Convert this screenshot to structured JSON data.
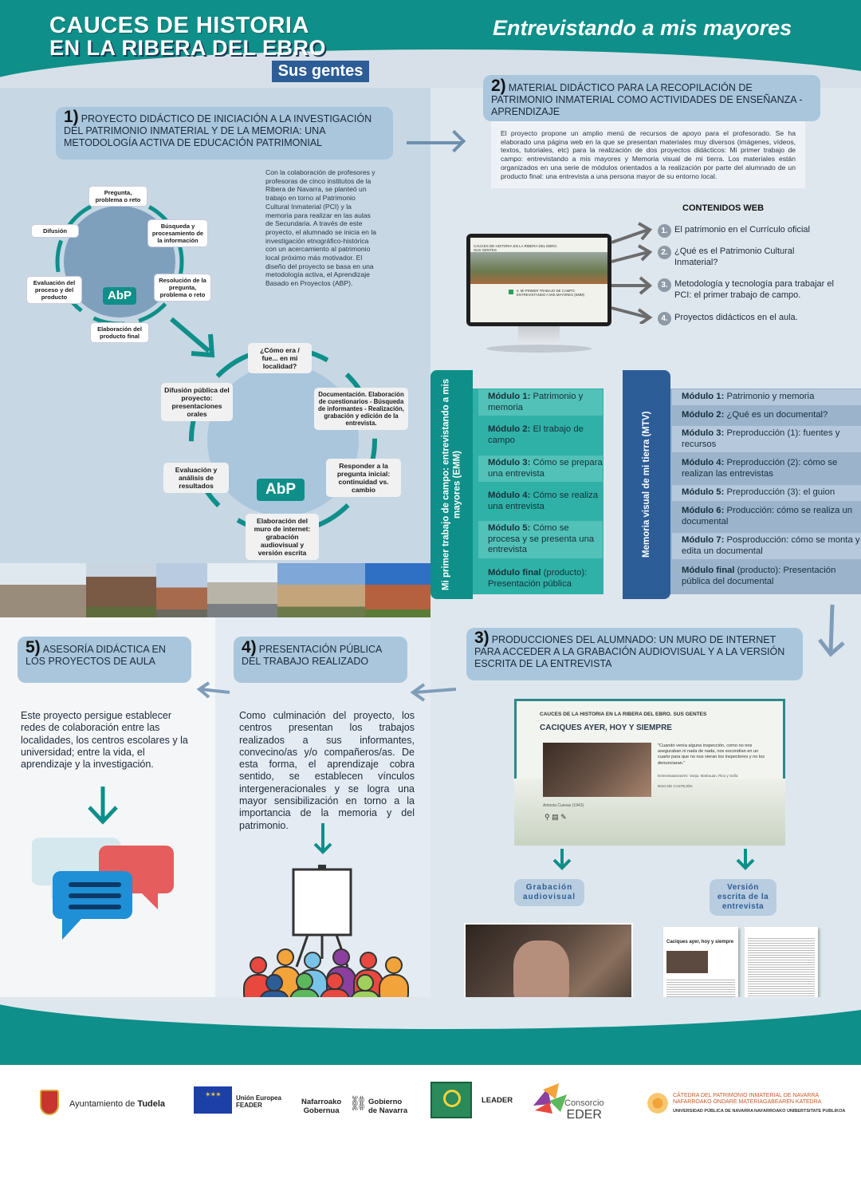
{
  "header": {
    "title_line1": "CAUCES DE HISTORIA",
    "title_line2": "EN LA RIBERA DEL EBRO",
    "badge": "Sus gentes",
    "subtitle": "Entrevistando a mis mayores"
  },
  "section1": {
    "number": "1)",
    "title": "PROYECTO DIDÁCTICO DE INICIACIÓN A LA INVESTIGACIÓN DEL PATRIMONIO INMATERIAL Y DE LA MEMORIA: UNA METODOLOGÍA ACTIVA DE EDUCACIÓN PATRIMONIAL",
    "text": "Con la colaboración de profesores y profesoras de cinco institutos de la Ribera de Navarra, se planteó un trabajo en torno al Patrimonio Cultural Inmaterial (PCI) y la memoria para realizar en las aulas de Secundaria. A través de este proyecto, el alumnado se inicia en la investigación etnográfico-histórica con un acercamiento al patrimonio local próximo más motivador. El diseño del proyecto se basa en una metodología activa, el Aprendizaje Basado en Proyectos (ABP).",
    "cycle_small": {
      "label": "AbP",
      "nodes": [
        "Pregunta, problema o reto",
        "Búsqueda y procesamiento de la información",
        "Resolución de la pregunta, problema o reto",
        "Elaboración del producto final",
        "Evaluación del proceso y del producto",
        "Difusión"
      ]
    },
    "cycle_large": {
      "label": "AbP",
      "nodes": [
        "¿Cómo era / fue... en mi localidad?",
        "Documentación. Elaboración de cuestionarios - Búsqueda de informantes - Realización, grabación y edición de la entrevista.",
        "Responder a la pregunta inicial: continuidad vs. cambio",
        "Elaboración del muro de internet: grabación audiovisual y versión escrita",
        "Evaluación y análisis de resultados",
        "Difusión pública del proyecto: presentaciones orales"
      ]
    }
  },
  "section2": {
    "number": "2)",
    "title": "MATERIAL DIDÁCTICO PARA LA RECOPILACIÓN DE PATRIMONIO INMATERIAL COMO ACTIVIDADES DE ENSEÑANZA - APRENDIZAJE",
    "text": "El proyecto propone un amplio menú de recursos de apoyo para el profesorado. Se ha elaborado una página web en la que se presentan materiales muy diversos (imágenes, vídeos, textos, tutoriales, etc) para la realización de dos proyectos didácticos: Mi primer trabajo de campo: entrevistando a mis mayores y Memoria visual de mi tierra. Los materiales están organizados en una serie de módulos orientados a la realización por parte del alumnado de un producto final: una entrevista a una persona mayor de su entorno local.",
    "web_title": "CONTENIDOS WEB",
    "web_items": [
      {
        "num": "1.",
        "text": "El patrimonio en el Currículo oficial"
      },
      {
        "num": "2.",
        "text": "¿Qué es el Patrimonio Cultural Inmaterial?"
      },
      {
        "num": "3.",
        "text": "Metodología y tecnología para trabajar el PCI: el primer trabajo de campo."
      },
      {
        "num": "4.",
        "text": "Proyectos didácticos en el aula."
      }
    ],
    "screen": {
      "site_title": "CAUCES DE HISTORIA EN LA RIBERA DEL EBRO. SUS GENTES",
      "caption": "II. MI PRIMER TRABAJO DE CAMPO: ENTREVISTANDO A MIS MAYORES (EMM)"
    },
    "emm": {
      "bar_label": "Mi primer trabajo de campo: entrevistando a mis mayores (EMM)",
      "modules": [
        {
          "label": "Módulo 1:",
          "text": "Patrimonio y memoria"
        },
        {
          "label": "Módulo 2:",
          "text": "El trabajo de campo"
        },
        {
          "label": "Módulo 3:",
          "text": "Cómo se prepara una entrevista"
        },
        {
          "label": "Módulo 4:",
          "text": "Cómo se realiza una entrevista"
        },
        {
          "label": "Módulo 5:",
          "text": "Cómo se procesa y se presenta una entrevista"
        },
        {
          "label": "Módulo final",
          "text": "(producto): Presentación pública"
        }
      ]
    },
    "mtv": {
      "bar_label": "Memoria visual de mi tierra (MTV)",
      "modules": [
        {
          "label": "Módulo 1:",
          "text": "Patrimonio y memoria"
        },
        {
          "label": "Módulo 2:",
          "text": "¿Qué es un documental?"
        },
        {
          "label": "Módulo 3:",
          "text": "Preproducción (1): fuentes y recursos"
        },
        {
          "label": "Módulo 4:",
          "text": "Preproducción (2): cómo se realizan las entrevistas"
        },
        {
          "label": "Módulo 5:",
          "text": "Preproducción (3): el guion"
        },
        {
          "label": "Módulo 6:",
          "text": "Producción: cómo se realiza un documental"
        },
        {
          "label": "Módulo 7:",
          "text": "Posproducción: cómo se monta y edita un documental"
        },
        {
          "label": "Módulo final",
          "text": "(producto): Presentación pública del documental"
        }
      ]
    }
  },
  "section3": {
    "number": "3)",
    "title": "PRODUCCIONES DEL ALUMNADO: UN MURO DE INTERNET PARA ACCEDER A LA GRABACIÓN AUDIOVISUAL Y A LA VERSIÓN ESCRITA DE LA ENTREVISTA",
    "card": {
      "header": "CAUCES DE LA HISTORIA EN LA RIBERA DEL EBRO. SUS GENTES",
      "title": "CACIQUES AYER, HOY Y SIEMPRE",
      "quote": "\"Cuando venía alguna inspección, como no nos aseguraban ni nada de nada, nos escondían en un cuarto para que no nos vieran los inspectores y no los denunciaran.\"",
      "credits": "Entrevistadoras/es: Vanja, Marbouan, Rico y Sofía",
      "school": "IESO DE CASTEJÓN",
      "person": "Antonia Cuevas (1943)"
    },
    "pill_audio": "Grabación audiovisual",
    "pill_text": "Versión escrita de la entrevista",
    "doc_title": "Caciques ayer, hoy y siempre"
  },
  "section4": {
    "number": "4)",
    "title": "PRESENTACIÓN PÚBLICA DEL TRABAJO REALIZADO",
    "text": "Como culminación del proyecto, los centros presentan los trabajos realizados a sus informantes, convecino/as y/o compañeros/as. De esta forma, el aprendizaje cobra sentido, se establecen vínculos intergeneracionales y se logra una mayor sensibilización en torno a la importancia de la memoria y del patrimonio."
  },
  "section5": {
    "number": "5)",
    "title": "ASESORÍA DIDÁCTICA EN LOS PROYECTOS DE AULA",
    "text": "Este proyecto persigue establecer redes de colaboración entre las localidades, los centros escolares y la universidad; entre la vida, el aprendizaje y la investigación."
  },
  "footer": {
    "tudela": "Ayuntamiento de",
    "tudela_bold": "Tudela",
    "eu_line1": "Unión Europea",
    "eu_line2": "FEADER",
    "nav_line1": "Nafarroako",
    "nav_line2": "Gobernua",
    "nav_line3": "Gobierno",
    "nav_line4": "de Navarra",
    "leader": "LEADER",
    "eder_line1": "Consorcio",
    "eder_line2": "EDER",
    "catedra_line1": "CÁTEDRA DEL PATRIMONIO INMATERIAL DE NAVARRA",
    "catedra_line2": "NAFARROAKO ONDARE MATERIAGABEAREN KATEDRA",
    "catedra_line3": "UNIVERSIDAD PÚBLICA DE NAVARRA",
    "catedra_line4": "NAFARROAKO UNIBERTSITATE PUBLIKOA"
  },
  "colors": {
    "teal": "#0e8f89",
    "blue": "#2d5d97",
    "light_blue": "#a9c6dc"
  }
}
